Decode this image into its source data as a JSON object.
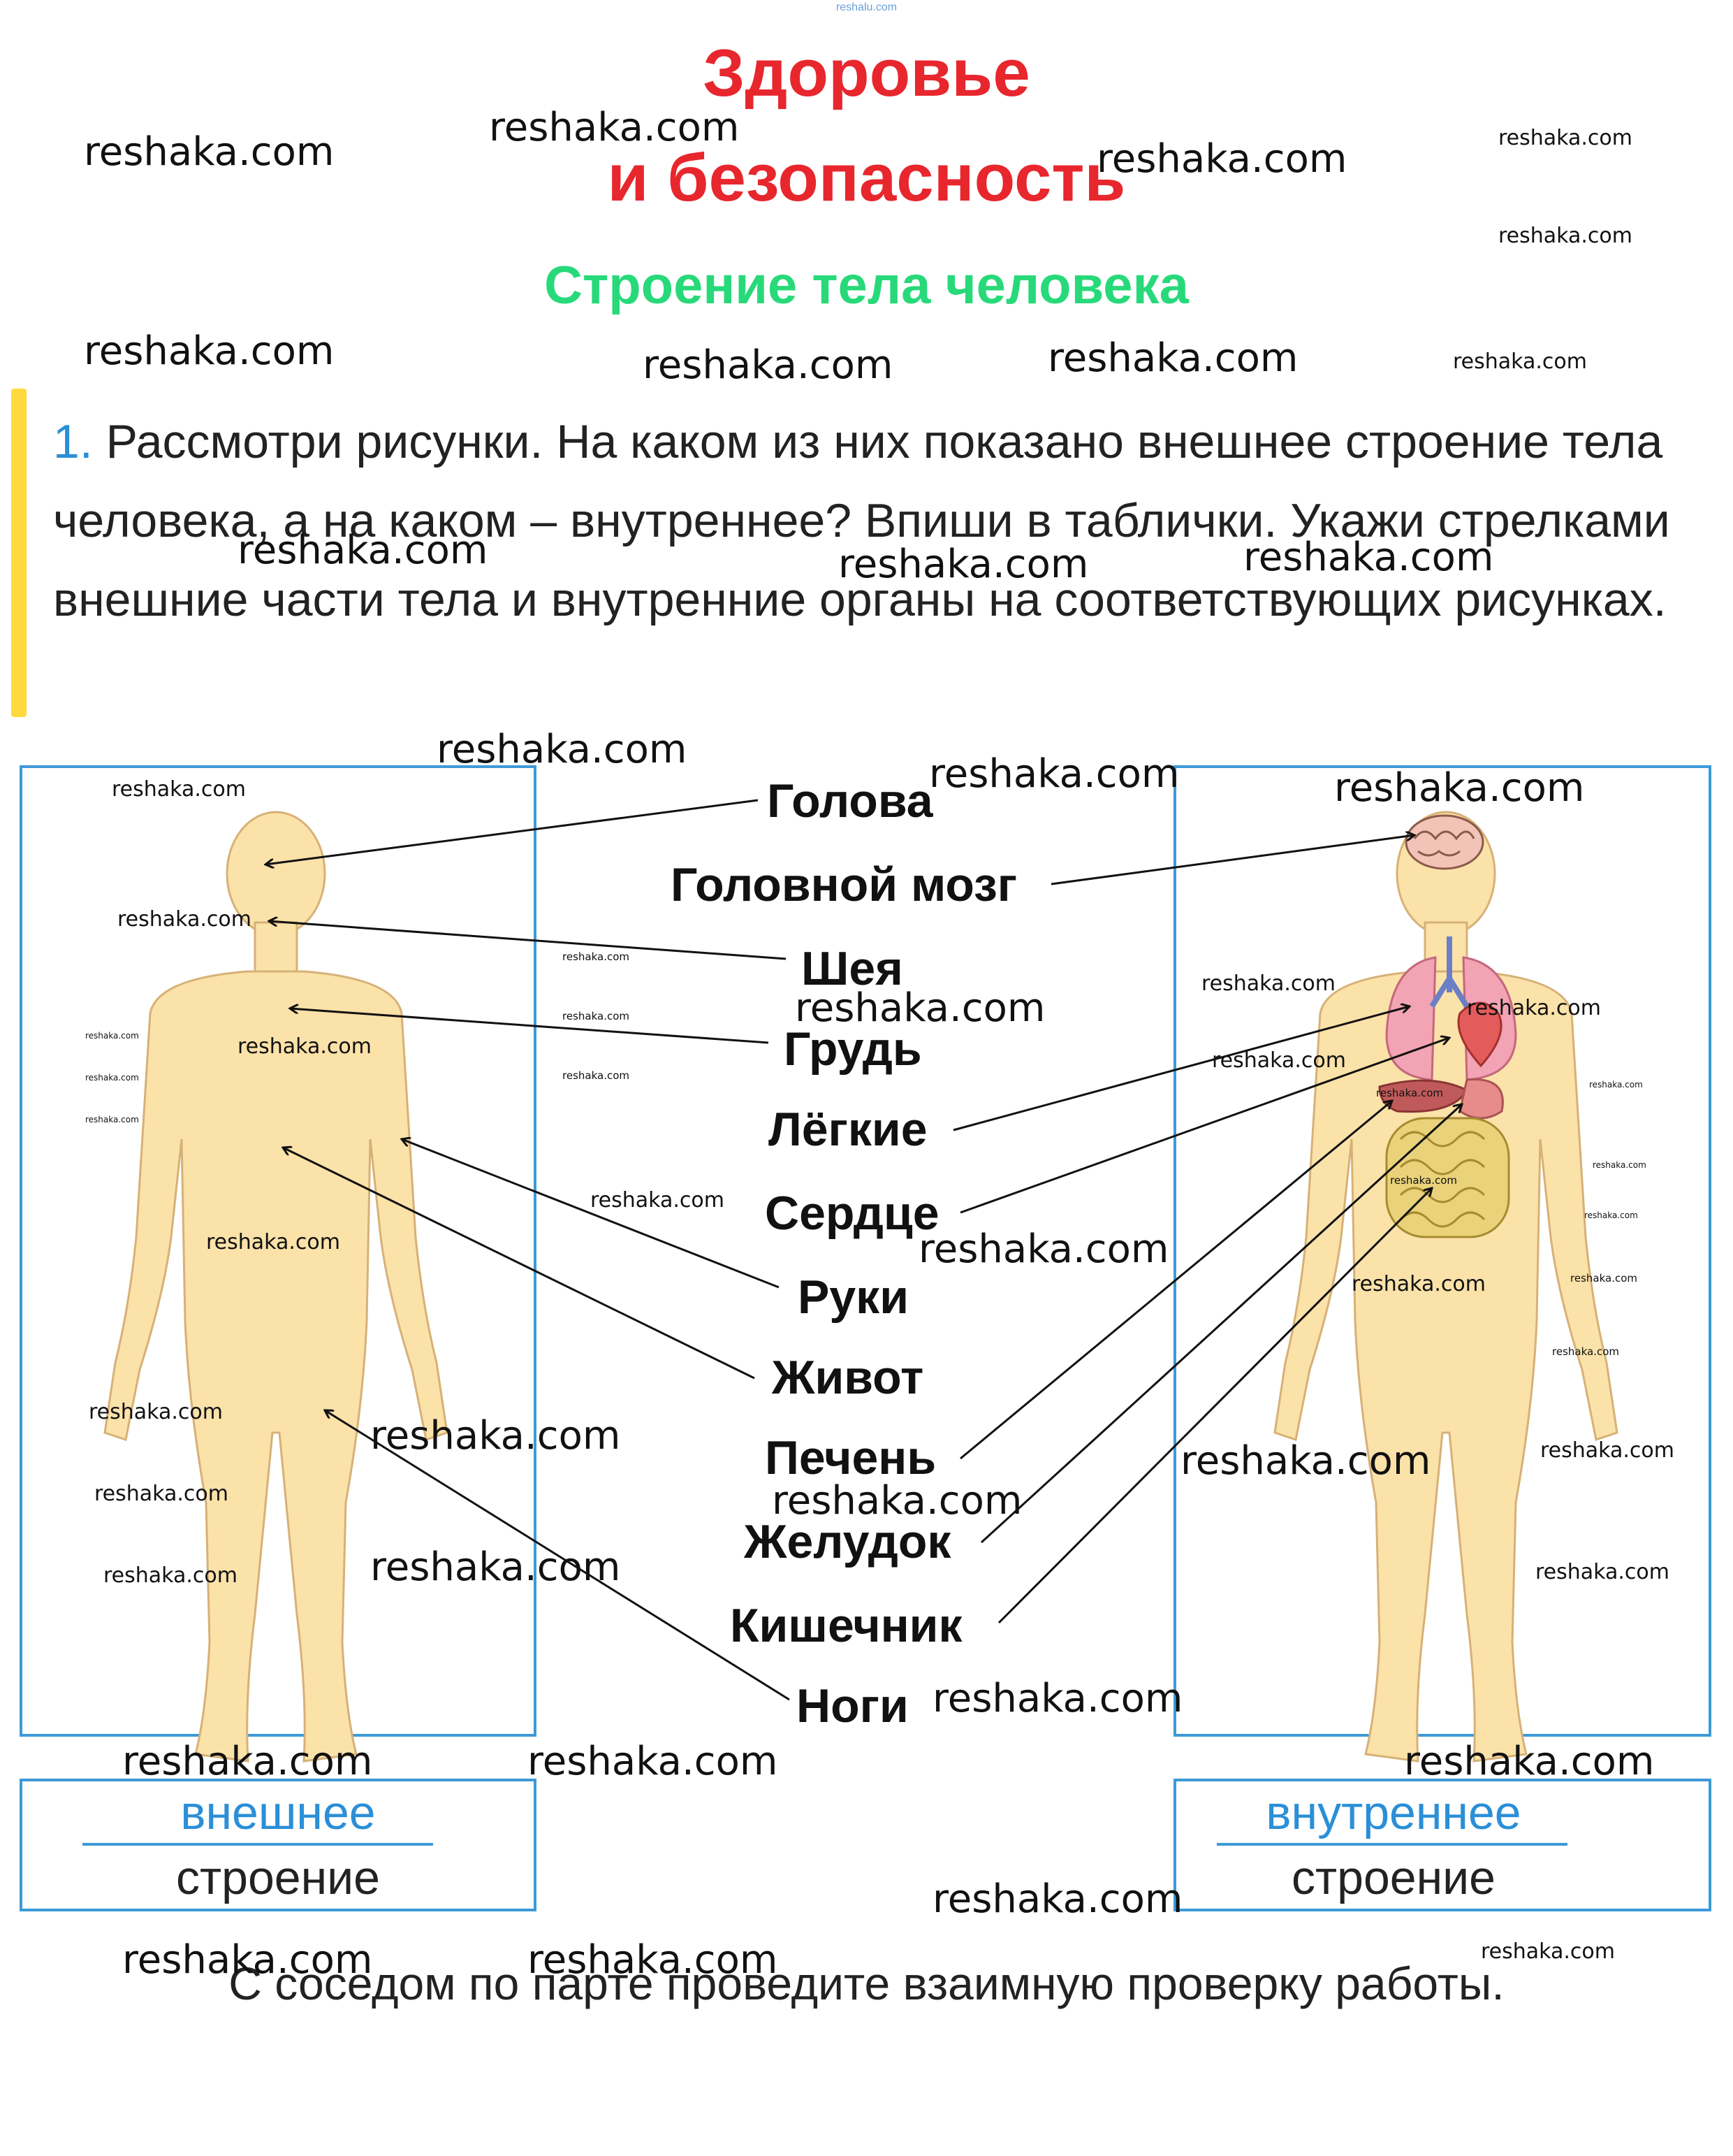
{
  "header": {
    "source": "reshalu.com",
    "title_line1": "Здоровье",
    "title_line2": "и безопасность",
    "subtitle": "Строение тела человека"
  },
  "task": {
    "number": "1.",
    "text": "Рассмотри рисунки. На каком из них показано внешнее строение тела человека, а на каком – внутреннее? Впиши в таблички. Укажи стрелками внешние части тела и внутренние органы на соответствующих рисунках."
  },
  "labels": [
    "Голова",
    "Головной мозг",
    "Шея",
    "Грудь",
    "Лёгкие",
    "Сердце",
    "Руки",
    "Живот",
    "Печень",
    "Желудок",
    "Кишечник",
    "Ноги"
  ],
  "answers": {
    "left": {
      "answer": "внешнее",
      "static": "строение"
    },
    "right": {
      "answer": "внутреннее",
      "static": "строение"
    }
  },
  "footer": "С соседом по парте проведите взаимную проверку работы.",
  "watermark": "reshaka.com",
  "colors": {
    "title": "#e8262d",
    "subtitle": "#28d97a",
    "accent": "#2a8fd8",
    "task_bar": "#ffd93d",
    "box_border": "#3d9ad8",
    "skin": "#fbe2a9"
  }
}
